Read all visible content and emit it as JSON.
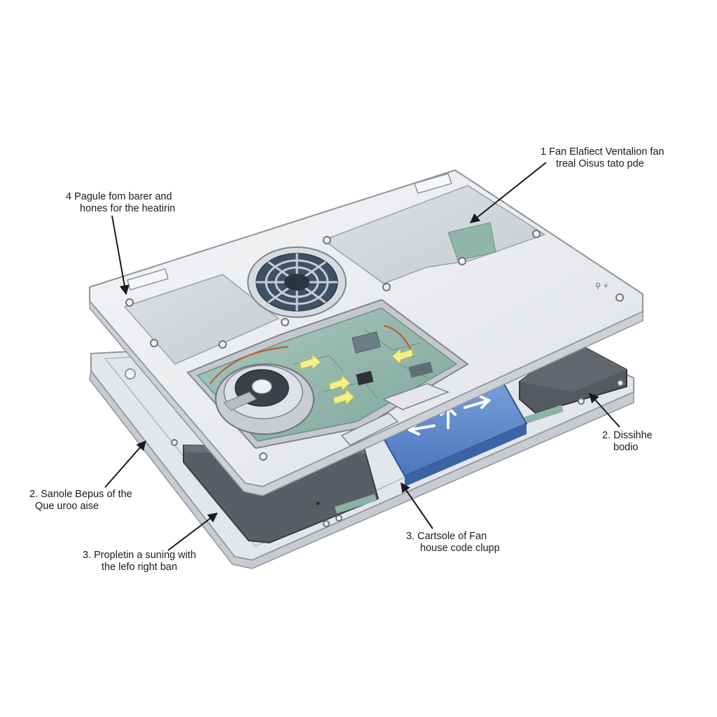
{
  "callouts": {
    "fan_ventilation": {
      "line1": "1  Fan Elafiect Ventalion fan",
      "line2": "treal Oisus tato pde"
    },
    "heatsink_parts": {
      "line1": "4  Pagule fom barer and",
      "line2": "hones for the heatirin"
    },
    "dissipate_right": {
      "line1": "2. Dissihhe",
      "line2": "bodio"
    },
    "side_left": {
      "line1": "2. Sanole Bepus of the",
      "line2": "Que uroo aise"
    },
    "fan_housing": {
      "line1": "3.  Cartsole of Fan",
      "line2": "house code clupp"
    },
    "position_left": {
      "line1": "3.  Propletin a suning with",
      "line2": "the lefo right ban"
    }
  },
  "colors": {
    "chassis": "#e9ebee",
    "chassis_edge": "#9aa0a8",
    "panel": "#d3d6da",
    "board": "#8fb3a8",
    "arrow_block": "#5b86c9",
    "battery": "#55585f",
    "highlight_arrow": "#f0f08a"
  }
}
